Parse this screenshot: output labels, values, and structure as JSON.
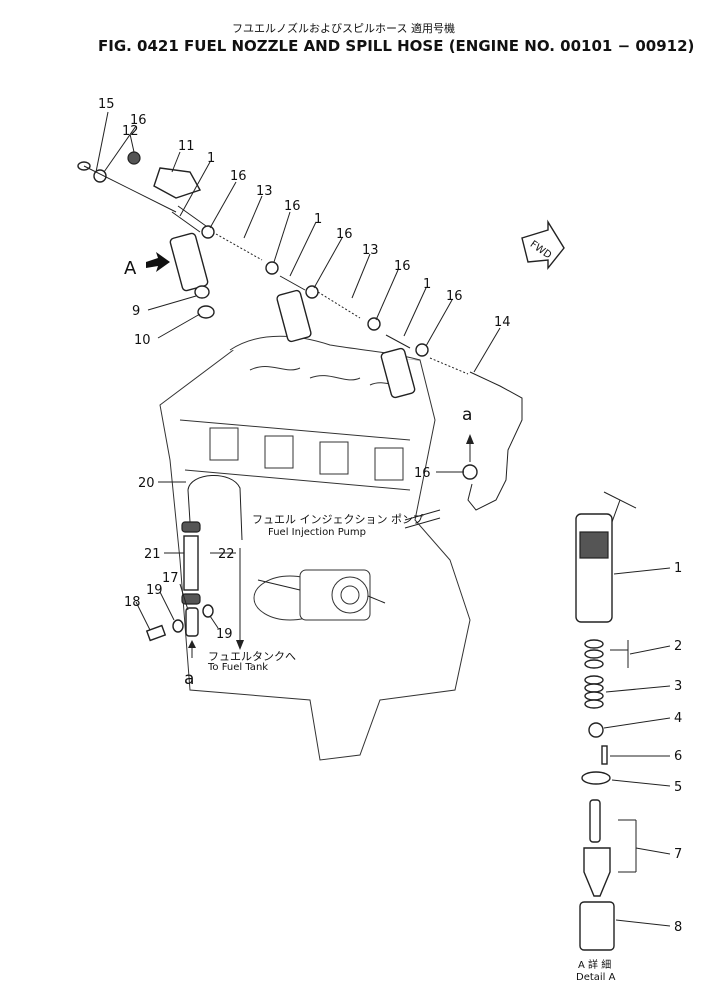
{
  "header": {
    "title_jp": "フユエルノズルおよびスピルホース 適用号機",
    "title_en": "FIG. 0421  FUEL NOZZLE AND SPILL HOSE (ENGINE NO. 00101 − 00912)"
  },
  "annotations": {
    "fwd": "FWD",
    "view_a": "A",
    "ref_a": "a",
    "injection_pump_jp": "フュエル インジェクション ポンプ",
    "injection_pump_en": "Fuel Injection Pump",
    "to_fuel_tank_jp": "フュエルタンクへ",
    "to_fuel_tank_en": "To Fuel Tank",
    "detail_jp": "A 詳 細",
    "detail_en": "Detail A"
  },
  "callouts": [
    "1",
    "2",
    "3",
    "4",
    "5",
    "6",
    "7",
    "8",
    "9",
    "10",
    "11",
    "12",
    "13",
    "14",
    "15",
    "16",
    "17",
    "18",
    "19",
    "20",
    "21",
    "22"
  ]
}
